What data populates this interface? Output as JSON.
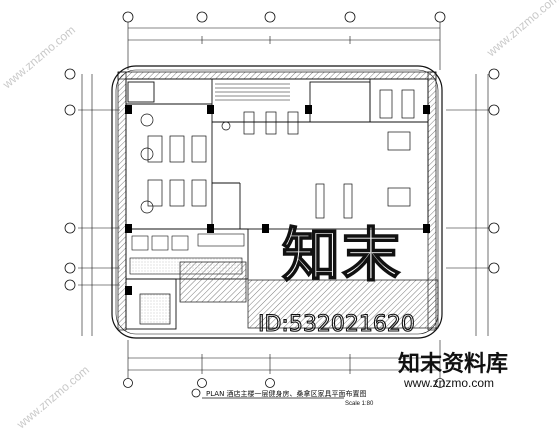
{
  "drawing": {
    "caption": "PLAN 酒店主楼一层健身房、桑拿区家具平面布置图",
    "scale": "Scale 1:80"
  },
  "watermarks": {
    "big": "知末",
    "id": "ID:532021620",
    "site_cn": "知末资料库",
    "site_url": "www.znzmo.com",
    "diagonal": "www.znzmo.com"
  },
  "colors": {
    "line": "#111111",
    "hatch": "#555555",
    "column": "#000000",
    "watermark_gray": "#c9c9c9"
  }
}
